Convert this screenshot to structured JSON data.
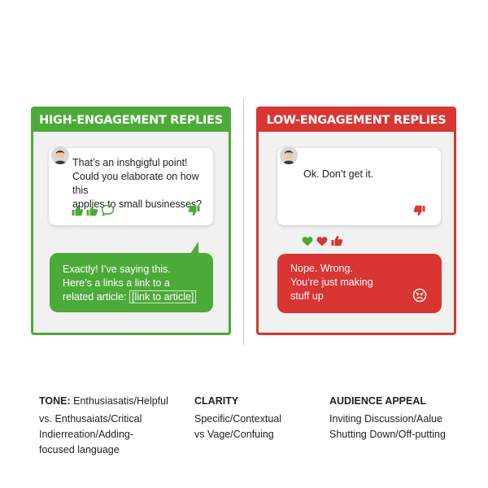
{
  "high_panel": {
    "title": "HIGH-ENGAGEMENT REPLIES",
    "color": "#4caa38",
    "comment": {
      "lines": [
        "That’s an inshgigful point!",
        "Could you elaborate on how this",
        "applies to small businesses?"
      ],
      "icons": [
        "thumbs-up-icon",
        "thumbs-up-icon",
        "speech-bubble-icon",
        "thumbs-down-icon"
      ]
    },
    "reply": {
      "lines": [
        "Exactly! I’ve saying this.",
        "Here’s a links a link to a",
        "related article: "
      ],
      "link_text": "[link to article]"
    }
  },
  "low_panel": {
    "title": "LOW-ENGAGEMENT REPLIES",
    "color": "#d93532",
    "comment": {
      "text": "Ok. Don’t get it.",
      "icons": [
        "thumbs-down-icon"
      ]
    },
    "reactions": [
      "heart-icon",
      "heart-icon",
      "thumbs-up-icon"
    ],
    "reply": {
      "lines": [
        "Nope. Wrong.",
        "You’re just making",
        "stuff up"
      ],
      "icon": "angry-face-icon"
    }
  },
  "criteria": {
    "tone": {
      "title": "TONE:",
      "first_line": " Enthusiasatis/Helpful",
      "lines": [
        "vs. Enthusaiats/Critical",
        "Indierreation/Adding-",
        "focused language"
      ]
    },
    "clarity": {
      "title": "CLARITY",
      "lines": [
        "Specific/Contextual",
        "vs Vage/Confuing"
      ]
    },
    "audience_appeal": {
      "title": "AUDIENCE APPEAL",
      "lines": [
        "Inviting Discussion/Aalue",
        "Shutting Down/Off-putting"
      ]
    }
  }
}
